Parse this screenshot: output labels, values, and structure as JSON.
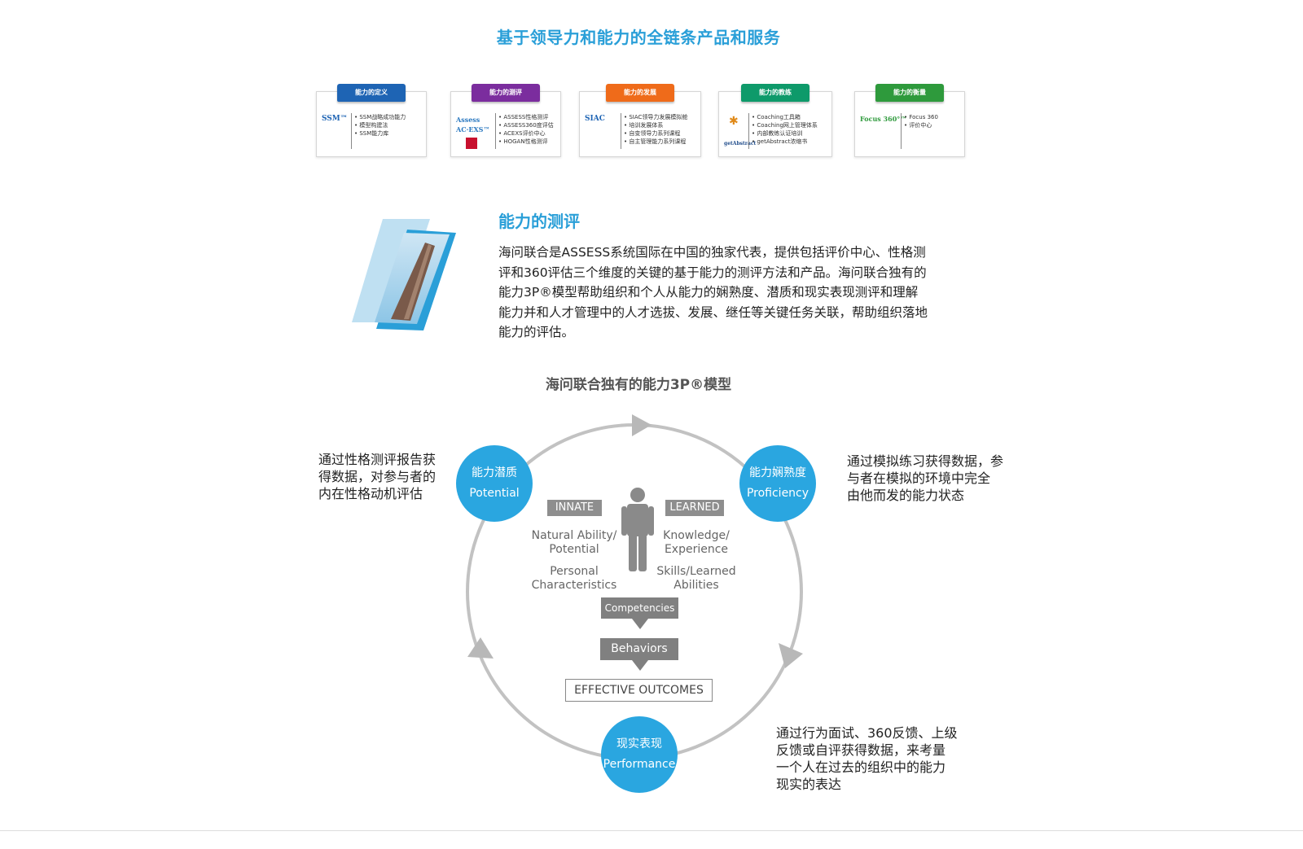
{
  "header": {
    "title": "基于领导力和能力的全链条产品和服务"
  },
  "cards": [
    {
      "ribbon": "能力的定义",
      "color": "#1e64b4",
      "logo": "SSM™",
      "items": [
        "SSM战略成功能力",
        "模型构建法",
        "SSM能力库"
      ]
    },
    {
      "ribbon": "能力的测评",
      "color": "#7b2d9e",
      "logo": "Assess AC·EXS™",
      "items": [
        "ASSESS性格测评",
        "ASSESS360度评估",
        "ACEXS评价中心",
        "HOGAN性格测评"
      ]
    },
    {
      "ribbon": "能力的发展",
      "color": "#ef6b1a",
      "logo": "SIAC",
      "items": [
        "SIAC领导力发展模拟舱",
        "培训发展体系",
        "自变领导力系列课程",
        "自主管理能力系列课程"
      ]
    },
    {
      "ribbon": "能力的教练",
      "color": "#0e9a6a",
      "logo": "getAbstract",
      "items": [
        "Coaching工具箱",
        "Coaching网上管理体系",
        "内部教练认证培训",
        "getAbstract浓缩书"
      ]
    },
    {
      "ribbon": "能力的衡量",
      "color": "#2e9a3c",
      "logo": "Focus 360°™",
      "items": [
        "Focus 360",
        "评价中心"
      ]
    }
  ],
  "section": {
    "title": "能力的测评",
    "body": "海问联合是ASSESS系统国际在中国的独家代表，提供包括评价中心、性格测评和360评估三个维度的关键的基于能力的测评方法和产品。海问联合独有的能力3P®模型帮助组织和个人从能力的娴熟度、潜质和现实表现测评和理解能力并和人才管理中的人才选拔、发展、继任等关键任务关联，帮助组织落地能力的评估。"
  },
  "model": {
    "title": "海问联合独有的能力3P®模型",
    "potential": {
      "cn": "能力潜质",
      "en": "Potential"
    },
    "proficiency": {
      "cn": "能力娴熟度",
      "en": "Proficiency"
    },
    "performance": {
      "cn": "现实表现",
      "en": "Performance"
    },
    "left_text": [
      "通过性格测评报告获",
      "得数据，对参与者的",
      "内在性格动机评估"
    ],
    "right_text": [
      "通过模拟练习获得数据，参",
      "与者在模拟的环境中完全",
      "由他而发的能力状态"
    ],
    "bottom_text": [
      "通过行为面试、360反馈、上级",
      "反馈或自评获得数据，来考量",
      "一个人在过去的组织中的能力",
      "现实的表达"
    ],
    "innate": "INNATE",
    "learned": "LEARNED",
    "natural_ability_1": "Natural Ability/",
    "natural_ability_2": "Potential",
    "personal_1": "Personal",
    "personal_2": "Characteristics",
    "knowledge_1": "Knowledge/",
    "knowledge_2": "Experience",
    "skills_1": "Skills/Learned",
    "skills_2": "Abilities",
    "competencies": "Competencies",
    "behaviors": "Behaviors",
    "outcomes": "EFFECTIVE OUTCOMES"
  }
}
